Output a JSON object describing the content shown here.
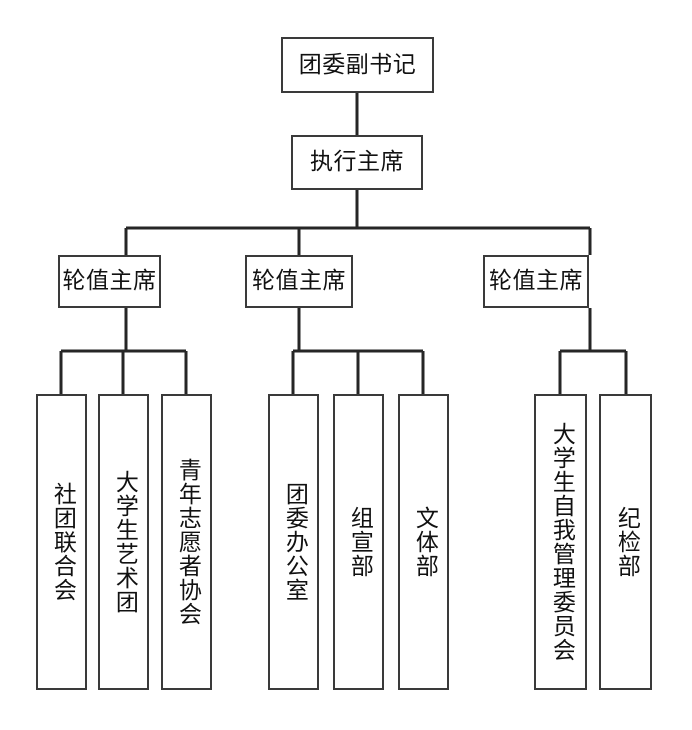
{
  "chart_data": {
    "type": "diagram",
    "title": "",
    "diagram_kind": "organizational-chart",
    "orientation": "top-down",
    "text_direction_leaves": "vertical",
    "colors": {
      "background": "#ffffff",
      "box_border": "#3a3a3a",
      "connector": "#262626",
      "text": "#111111"
    },
    "levels": [
      {
        "level": 1,
        "nodes": [
          {
            "id": "n1",
            "label": "团委副书记"
          }
        ]
      },
      {
        "level": 2,
        "nodes": [
          {
            "id": "n2",
            "label": "执行主席"
          }
        ]
      },
      {
        "level": 3,
        "nodes": [
          {
            "id": "n3",
            "label": "轮值主席"
          },
          {
            "id": "n4",
            "label": "轮值主席"
          },
          {
            "id": "n5",
            "label": "轮值主席"
          }
        ]
      },
      {
        "level": 4,
        "nodes": [
          {
            "id": "n6",
            "label": "社团联合会",
            "parent": "n3"
          },
          {
            "id": "n7",
            "label": "大学生艺术团",
            "parent": "n3"
          },
          {
            "id": "n8",
            "label": "青年志愿者协会",
            "parent": "n3"
          },
          {
            "id": "n9",
            "label": "团委办公室",
            "parent": "n4"
          },
          {
            "id": "n10",
            "label": "组宣部",
            "parent": "n4"
          },
          {
            "id": "n11",
            "label": "文体部",
            "parent": "n4"
          },
          {
            "id": "n12",
            "label": "大学生自我管理委员会",
            "parent": "n5"
          },
          {
            "id": "n13",
            "label": "纪检部",
            "parent": "n5"
          }
        ]
      }
    ],
    "edges": [
      {
        "from": "n1",
        "to": "n2"
      },
      {
        "from": "n2",
        "to": "n3"
      },
      {
        "from": "n2",
        "to": "n4"
      },
      {
        "from": "n2",
        "to": "n5"
      },
      {
        "from": "n3",
        "to": "n6"
      },
      {
        "from": "n3",
        "to": "n7"
      },
      {
        "from": "n3",
        "to": "n8"
      },
      {
        "from": "n4",
        "to": "n9"
      },
      {
        "from": "n4",
        "to": "n10"
      },
      {
        "from": "n4",
        "to": "n11"
      },
      {
        "from": "n5",
        "to": "n12"
      },
      {
        "from": "n5",
        "to": "n13"
      }
    ]
  },
  "nodes": {
    "n1": {
      "label": "团委副书记"
    },
    "n2": {
      "label": "执行主席"
    },
    "n3": {
      "label": "轮值主席"
    },
    "n4": {
      "label": "轮值主席"
    },
    "n5": {
      "label": "轮值主席"
    },
    "n6": {
      "label": "社团联合会"
    },
    "n7": {
      "label": "大学生艺术团"
    },
    "n8": {
      "label": "青年志愿者协会"
    },
    "n9": {
      "label": "团委办公室"
    },
    "n10": {
      "label": "组宣部"
    },
    "n11": {
      "label": "文体部"
    },
    "n12": {
      "label": "大学生自我管理委员会"
    },
    "n13": {
      "label": "纪检部"
    }
  }
}
